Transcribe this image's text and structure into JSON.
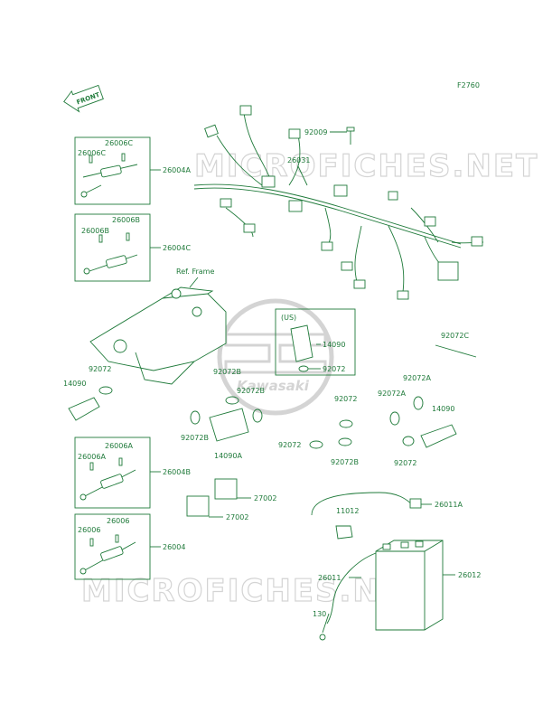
{
  "figure_code": "F2760",
  "front_label": "FRONT",
  "ref_frame_label": "Ref. Frame",
  "us_label": "(US)",
  "watermark": {
    "top_text": "MICROFICHES.NET",
    "bottom_text": "MICROFICHES.NET",
    "logo_text": "Kawasaki"
  },
  "parts": {
    "p26006C_a": "26006C",
    "p26006C_b": "26006C",
    "p26004A": "26004A",
    "p26006B_a": "26006B",
    "p26006B_b": "26006B",
    "p26004C": "26004C",
    "p92009": "92009",
    "p26031": "26031",
    "p14090_us": "14090",
    "p92072_us": "92072",
    "p92072C": "92072C",
    "p92072_l": "92072",
    "p14090_l": "14090",
    "p92072B_1": "92072B",
    "p92072B_2": "92072B",
    "p92072A_1": "92072A",
    "p92072A_2": "92072A",
    "p92072_m": "92072",
    "p14090_r": "14090",
    "p92072B_3": "92072B",
    "p14090A": "14090A",
    "p92072_c": "92072",
    "p92072B_4": "92072B",
    "p92072_r": "92072",
    "p26006A_a": "26006A",
    "p26006A_b": "26006A",
    "p26004B": "26004B",
    "p27002_a": "27002",
    "p27002_b": "27002",
    "p26011A": "26011A",
    "p11012": "11012",
    "p26006_a": "26006",
    "p26006_b": "26006",
    "p26004": "26004",
    "p26011": "26011",
    "p26012": "26012",
    "p130": "130"
  },
  "colors": {
    "line": "#1f7a3a",
    "watermark": "#d4d4d4",
    "background": "#ffffff"
  }
}
